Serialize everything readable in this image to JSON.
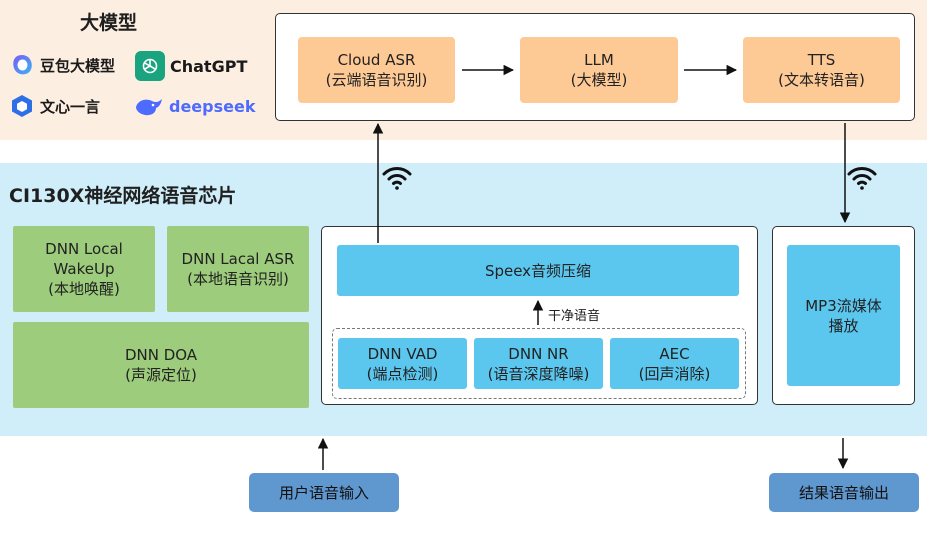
{
  "top": {
    "title": "大模型"
  },
  "logos": [
    {
      "name": "doubao",
      "label": "豆包大模型"
    },
    {
      "name": "chatgpt",
      "label": "ChatGPT"
    },
    {
      "name": "wenxin",
      "label": "文心一言"
    },
    {
      "name": "deepseek",
      "label": "deepseek"
    }
  ],
  "cloud": {
    "steps": [
      {
        "line1": "Cloud ASR",
        "line2": "(云端语音识别)"
      },
      {
        "line1": "LLM",
        "line2": "(大模型)"
      },
      {
        "line1": "TTS",
        "line2": "(文本转语音)"
      }
    ]
  },
  "chip": {
    "title": "CI130X神经网络语音芯片",
    "wakeup": {
      "line1": "DNN Local",
      "line2": "WakeUp",
      "line3": "(本地唤醒)"
    },
    "asr": {
      "line1": "DNN Lacal ASR",
      "line2": "(本地语音识别)"
    },
    "doa": {
      "line1": "DNN DOA",
      "line2": "(声源定位)"
    },
    "speex": "Speex音频压缩",
    "clean_label": "干净语音",
    "vad": {
      "line1": "DNN VAD",
      "line2": "(端点检测)"
    },
    "nr": {
      "line1": "DNN NR",
      "line2": "(语音深度降噪)"
    },
    "aec": {
      "line1": "AEC",
      "line2": "(回声消除)"
    },
    "mp3": {
      "line1": "MP3流媒体",
      "line2": "播放"
    }
  },
  "io": {
    "input": "用户语音输入",
    "output": "结果语音输出"
  },
  "colors": {
    "top_band": "#fdeee2",
    "chip_band": "#cfeef9",
    "orange_box": "#fdc995",
    "green_box": "#9ccc7c",
    "blue_box": "#5bc7ef",
    "io_box": "#5f97cf"
  }
}
